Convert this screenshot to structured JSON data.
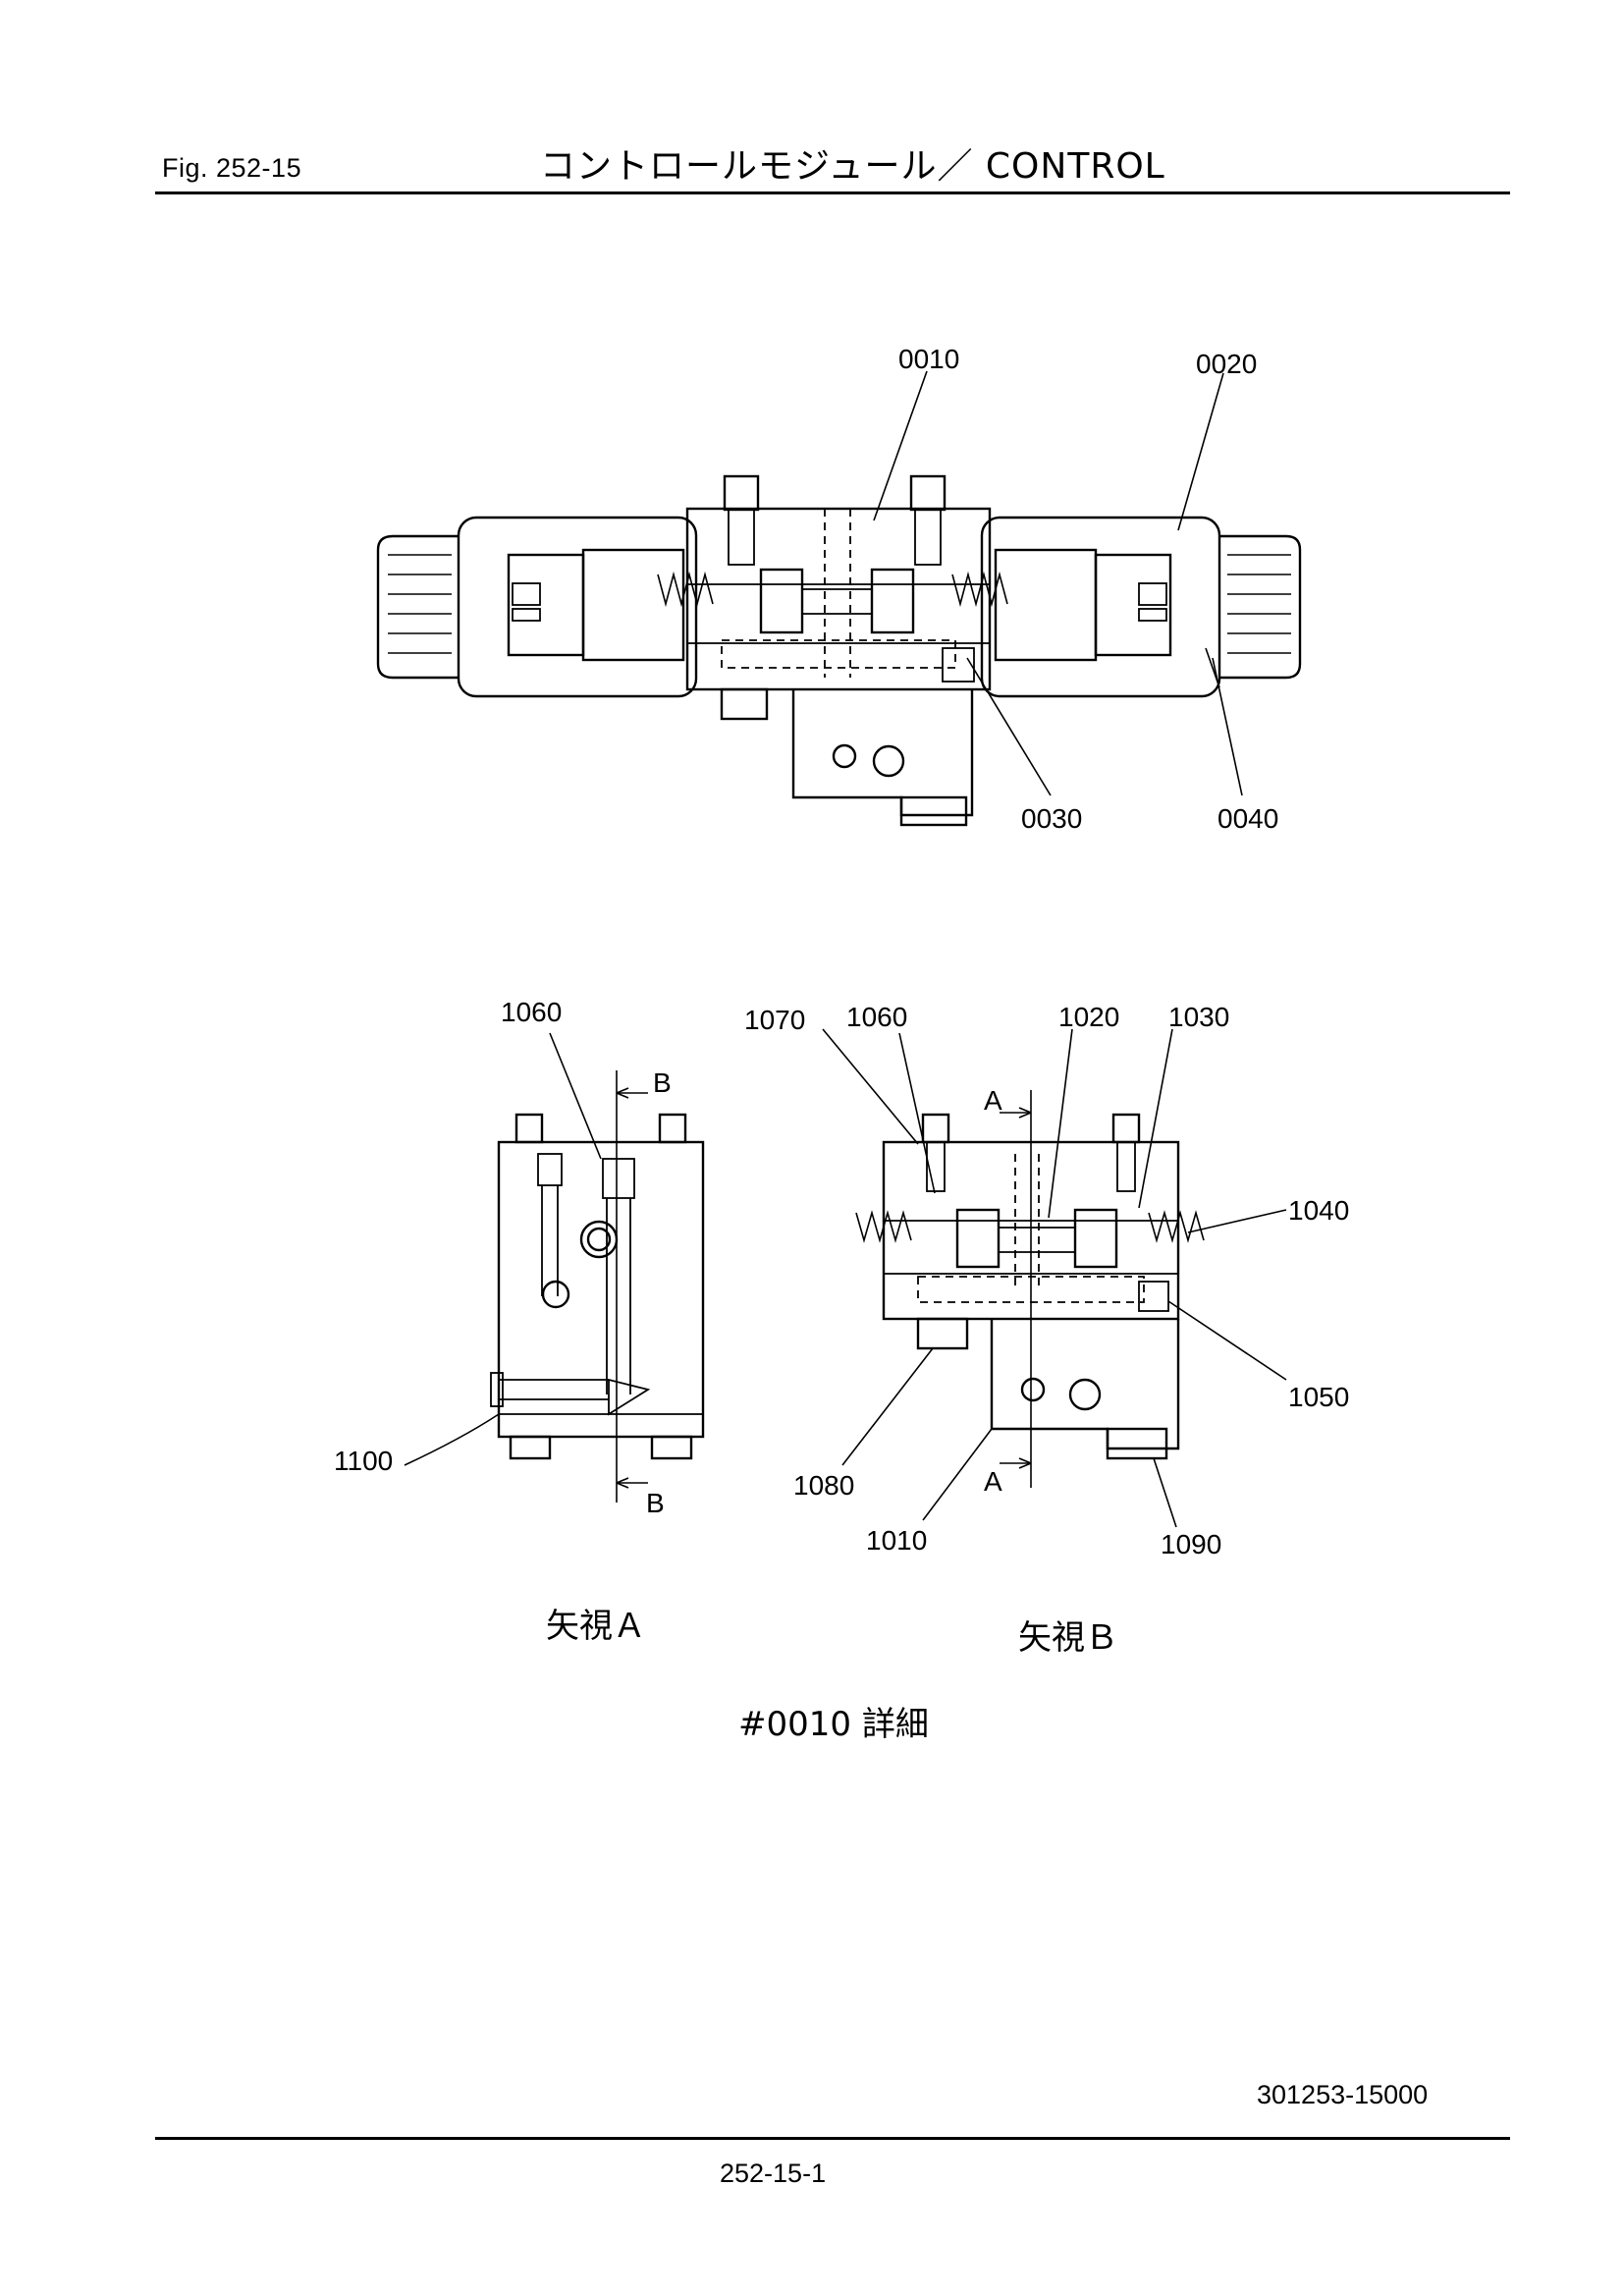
{
  "header": {
    "figure_number": "Fig.  252-15",
    "title": "コントロールモジュール／ CONTROL"
  },
  "drawing": {
    "part_labels": {
      "p0010": "0010",
      "p0020": "0020",
      "p0030": "0030",
      "p0040": "0040",
      "p1060a": "1060",
      "p1070": "1070",
      "p1060b": "1060",
      "p1020": "1020",
      "p1030": "1030",
      "p1040": "1040",
      "p1050": "1050",
      "p1100": "1100",
      "p1080": "1080",
      "p1010": "1010",
      "p1090": "1090"
    },
    "section_markers": {
      "b_top": "B",
      "b_bottom": "B",
      "a_top": "A",
      "a_bottom": "A"
    },
    "view_a_caption": "矢視Ａ",
    "view_b_caption": "矢視Ｂ",
    "detail_caption": "#0010 詳細"
  },
  "footer": {
    "document_number": "301253-15000",
    "page_number": "252-15-1"
  }
}
